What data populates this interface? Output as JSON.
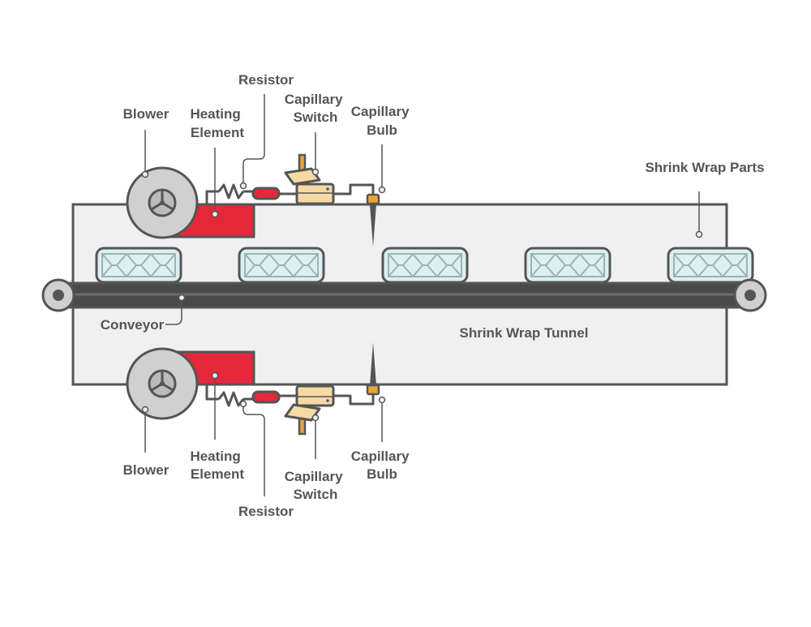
{
  "labels": {
    "resistor_top": "Resistor",
    "blower_top": "Blower",
    "heating_top": [
      "Heating",
      "Element"
    ],
    "switch_top": [
      "Capillary",
      "Switch"
    ],
    "bulb_top": [
      "Capillary",
      "Bulb"
    ],
    "shrink_wrap_parts": "Shrink Wrap Parts",
    "conveyor": "Conveyor",
    "tunnel": "Shrink Wrap Tunnel",
    "blower_bottom": "Blower",
    "heating_bottom": [
      "Heating",
      "Element"
    ],
    "switch_bottom": [
      "Capillary",
      "Switch"
    ],
    "bulb_bottom": [
      "Capillary",
      "Bulb"
    ],
    "resistor_bottom": "Resistor"
  },
  "colors": {
    "outline": "#555555",
    "tunnel_fill": "#f0f0f0",
    "heater_red": "#e4283a",
    "switch_tan": "#f7d9a4",
    "bulb_gold": "#e8a33a",
    "part_fill": "#ddf0f0",
    "part_stroke": "#9fb2b2",
    "blower_fill": "#d0d0d0",
    "conveyor_dark": "#4a4a4a",
    "marker_fill": "#e8f4f4"
  },
  "icons": [
    "blower-icon",
    "heating-element-icon",
    "resistor-icon",
    "capillary-switch-icon",
    "capillary-bulb-icon",
    "shrink-wrap-part-icon",
    "conveyor-roller-icon"
  ]
}
